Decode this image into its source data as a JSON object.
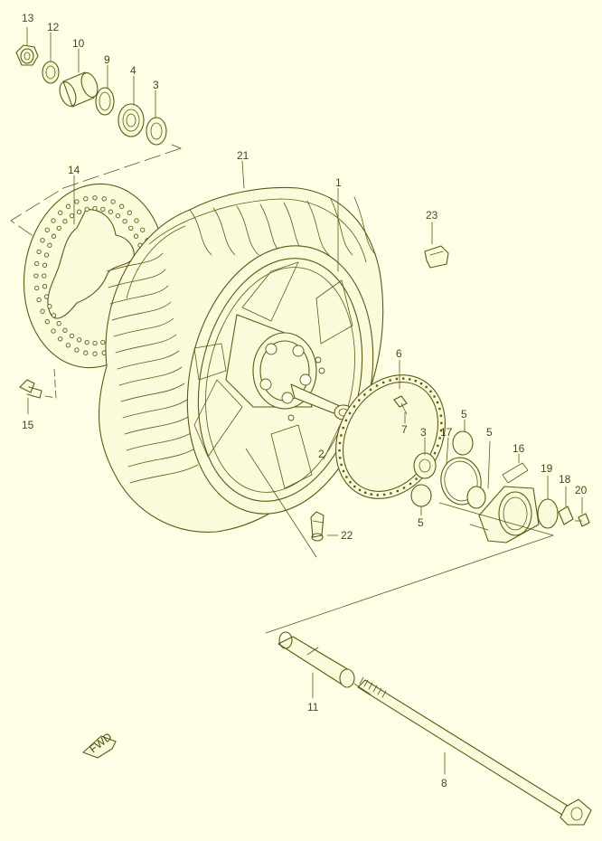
{
  "diagram": {
    "type": "exploded-parts-diagram",
    "fwd_label": "FWD",
    "callouts": [
      {
        "id": "c13",
        "text": "13"
      },
      {
        "id": "c12",
        "text": "12"
      },
      {
        "id": "c10",
        "text": "10"
      },
      {
        "id": "c9",
        "text": "9"
      },
      {
        "id": "c4a",
        "text": "4"
      },
      {
        "id": "c3a",
        "text": "3"
      },
      {
        "id": "c21",
        "text": "21"
      },
      {
        "id": "c1",
        "text": "1"
      },
      {
        "id": "c14",
        "text": "14"
      },
      {
        "id": "c23",
        "text": "23"
      },
      {
        "id": "c6",
        "text": "6"
      },
      {
        "id": "c7",
        "text": "7"
      },
      {
        "id": "c15",
        "text": "15"
      },
      {
        "id": "c5a",
        "text": "5"
      },
      {
        "id": "c3b",
        "text": "3"
      },
      {
        "id": "c17",
        "text": "17"
      },
      {
        "id": "c5b",
        "text": "5"
      },
      {
        "id": "c16",
        "text": "16"
      },
      {
        "id": "c2",
        "text": "2"
      },
      {
        "id": "c19",
        "text": "19"
      },
      {
        "id": "c18",
        "text": "18"
      },
      {
        "id": "c20",
        "text": "20"
      },
      {
        "id": "c5c",
        "text": "5"
      },
      {
        "id": "c22",
        "text": "22"
      },
      {
        "id": "c11",
        "text": "11"
      },
      {
        "id": "c8",
        "text": "8"
      }
    ]
  },
  "colors": {
    "background": "#fefee6",
    "line": "#5b5a12",
    "text": "#4a4910"
  }
}
